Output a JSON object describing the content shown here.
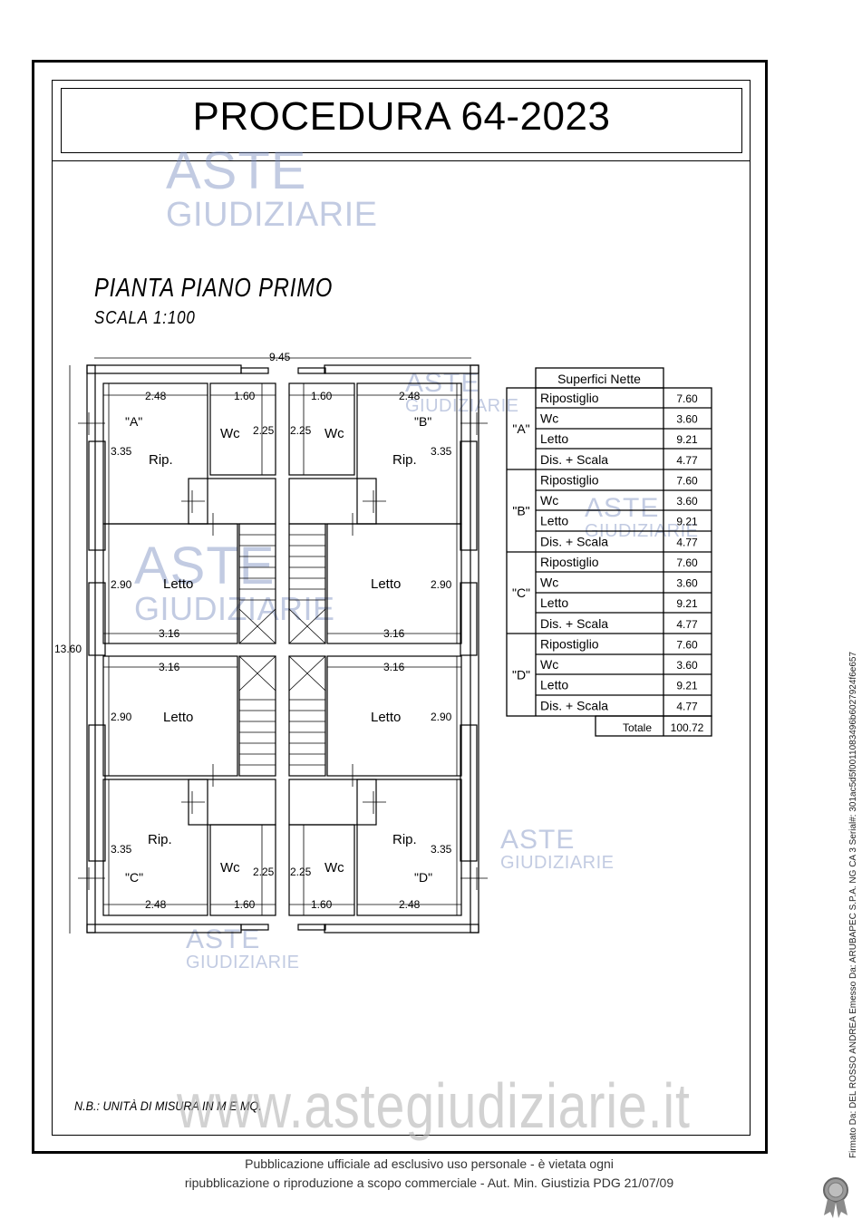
{
  "header": {
    "title": "PROCEDURA 64-2023"
  },
  "plan": {
    "title": "PIANTA PIANO PRIMO",
    "scale": "SCALA 1:100",
    "dim_total_width": "9.45",
    "dim_total_height": "13.60",
    "units": {
      "A": {
        "label": "\"A\"",
        "rip_w": "2.48",
        "wc_w": "1.60",
        "wc_h": "2.25",
        "rip_h": "3.35",
        "rip": "Rip.",
        "wc": "Wc",
        "letto": "Letto",
        "letto_h": "2.90",
        "letto_w": "3.16"
      },
      "B": {
        "label": "\"B\"",
        "rip_w": "2.48",
        "wc_w": "1.60",
        "wc_h": "2.25",
        "rip_h": "3.35",
        "rip": "Rip.",
        "wc": "Wc",
        "letto": "Letto",
        "letto_h": "2.90",
        "letto_w": "3.16"
      },
      "C": {
        "label": "\"C\"",
        "rip_w": "2.48",
        "wc_w": "1.60",
        "wc_h": "2.25",
        "rip_h": "3.35",
        "rip": "Rip.",
        "wc": "Wc",
        "letto": "Letto",
        "letto_h": "2.90",
        "letto_w": "3.16"
      },
      "D": {
        "label": "\"D\"",
        "rip_w": "2.48",
        "wc_w": "1.60",
        "wc_h": "2.25",
        "rip_h": "3.35",
        "rip": "Rip.",
        "wc": "Wc",
        "letto": "Letto",
        "letto_h": "2.90",
        "letto_w": "3.16"
      }
    }
  },
  "table": {
    "header": "Superfici Nette",
    "groups": [
      {
        "unit": "\"A\"",
        "rows": [
          [
            "Ripostiglio",
            "7.60"
          ],
          [
            "Wc",
            "3.60"
          ],
          [
            "Letto",
            "9.21"
          ],
          [
            "Dis. + Scala",
            "4.77"
          ]
        ]
      },
      {
        "unit": "\"B\"",
        "rows": [
          [
            "Ripostiglio",
            "7.60"
          ],
          [
            "Wc",
            "3.60"
          ],
          [
            "Letto",
            "9.21"
          ],
          [
            "Dis. + Scala",
            "4.77"
          ]
        ]
      },
      {
        "unit": "\"C\"",
        "rows": [
          [
            "Ripostiglio",
            "7.60"
          ],
          [
            "Wc",
            "3.60"
          ],
          [
            "Letto",
            "9.21"
          ],
          [
            "Dis. + Scala",
            "4.77"
          ]
        ]
      },
      {
        "unit": "\"D\"",
        "rows": [
          [
            "Ripostiglio",
            "7.60"
          ],
          [
            "Wc",
            "3.60"
          ],
          [
            "Letto",
            "9.21"
          ],
          [
            "Dis. + Scala",
            "4.77"
          ]
        ]
      }
    ],
    "total_label": "Totale",
    "total_value": "100.72"
  },
  "note": "N.B.: UNITÀ DI MISURA IN M E MQ.",
  "watermark": {
    "aste": "ASTE",
    "giudiziarie": "GIUDIZIARIE",
    "url": "www.astegiudiziarie.it"
  },
  "footer": {
    "line1": "Pubblicazione ufficiale ad esclusivo uso personale - è vietata ogni",
    "line2": "ripubblicazione o riproduzione a scopo commerciale - Aut. Min. Giustizia PDG 21/07/09"
  },
  "signature": "Firmato Da: DEL ROSSO ANDREA Emesso Da: ARUBAPEC S.P.A. NG CA 3 Serial#: 301ac5d5f0011083496b6027924f6e657"
}
